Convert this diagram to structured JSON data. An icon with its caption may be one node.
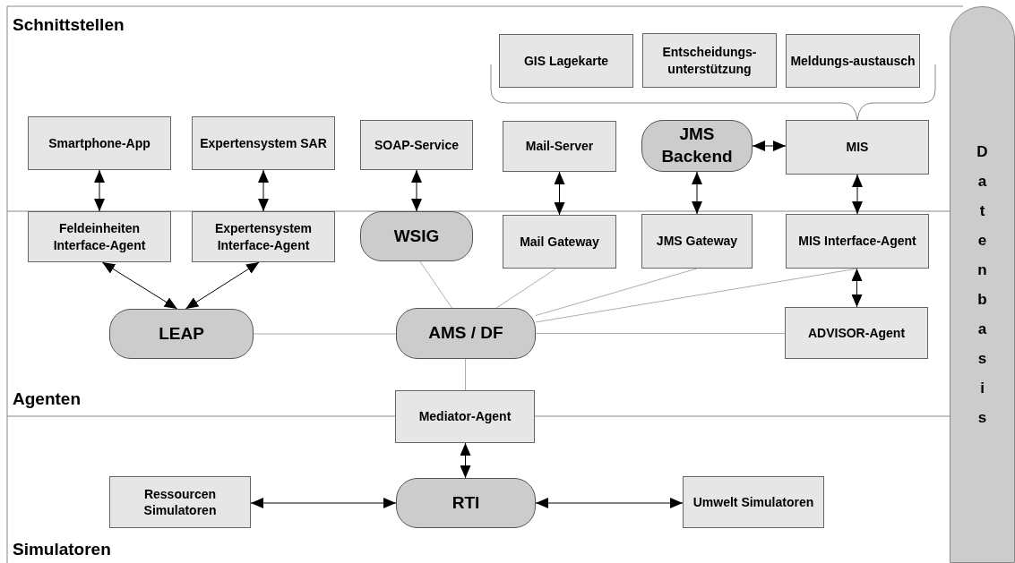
{
  "diagram": {
    "nodes": [
      {
        "text": [
          "GIS Lagekarte"
        ]
      },
      {
        "text": [
          "Entscheidungs-unterstützung"
        ]
      },
      {
        "text": [
          "Meldungs-austausch"
        ]
      },
      {
        "text": [
          "Smartphone-App"
        ]
      },
      {
        "text": [
          "Expertensystem SAR"
        ]
      },
      {
        "text": [
          "SOAP-Service"
        ]
      },
      {
        "text": [
          "Mail-Server"
        ]
      },
      {
        "text": [
          "JMS Backend"
        ]
      },
      {
        "text": [
          "MIS"
        ]
      },
      {
        "text": [
          "Feldeinheiten Interface-Agent"
        ]
      },
      {
        "text": [
          "Expertensystem Interface-Agent"
        ]
      },
      {
        "text": [
          "WSIG"
        ]
      },
      {
        "text": [
          "Mail Gateway"
        ]
      },
      {
        "text": [
          "JMS Gateway"
        ]
      },
      {
        "text": [
          "MIS Interface-Agent"
        ]
      },
      {
        "text": [
          "LEAP"
        ]
      },
      {
        "text": [
          "AMS / DF"
        ]
      },
      {
        "text": [
          "ADVISOR-Agent"
        ]
      },
      {
        "text": [
          "Mediator-Agent"
        ]
      },
      {
        "text": [
          "Ressourcen Simulatoren"
        ]
      },
      {
        "text": [
          "RTI"
        ]
      },
      {
        "text": [
          "Umwelt Simulatoren"
        ]
      },
      {
        "text": [
          "Datenbasis"
        ]
      }
    ],
    "edges": [
      {
        "from": 3,
        "to": 9,
        "arrow": "both"
      },
      {
        "from": 4,
        "to": 10,
        "arrow": "both"
      },
      {
        "from": 5,
        "to": 11,
        "arrow": "both"
      },
      {
        "from": 6,
        "to": 12,
        "arrow": "both"
      },
      {
        "from": 7,
        "to": 13,
        "arrow": "both"
      },
      {
        "from": 7,
        "to": 8,
        "arrow": "both"
      },
      {
        "from": 8,
        "to": 14,
        "arrow": "both"
      },
      {
        "from": 14,
        "to": 17,
        "arrow": "both"
      },
      {
        "from": 15,
        "to": 9,
        "arrow": "both"
      },
      {
        "from": 15,
        "to": 10,
        "arrow": "both"
      },
      {
        "from": 16,
        "to": 11,
        "arrow": "none",
        "color": "#999999"
      },
      {
        "from": 16,
        "to": 12,
        "arrow": "none",
        "color": "#999999"
      },
      {
        "from": 16,
        "to": 13,
        "arrow": "none",
        "color": "#999999"
      },
      {
        "from": 16,
        "to": 14,
        "arrow": "none",
        "color": "#999999"
      },
      {
        "from": 15,
        "to": 16,
        "arrow": "none",
        "color": "#999999"
      },
      {
        "from": 16,
        "to": 17,
        "arrow": "none",
        "color": "#999999"
      },
      {
        "from": 16,
        "to": 18,
        "arrow": "none",
        "color": "#999999"
      },
      {
        "from": 18,
        "to": 20,
        "arrow": "both"
      },
      {
        "from": 19,
        "to": 20,
        "arrow": "both"
      },
      {
        "from": 20,
        "to": 21,
        "arrow": "both"
      }
    ],
    "labels": [
      "Schnittstellen",
      "Agenten",
      "Simulatoren"
    ]
  }
}
